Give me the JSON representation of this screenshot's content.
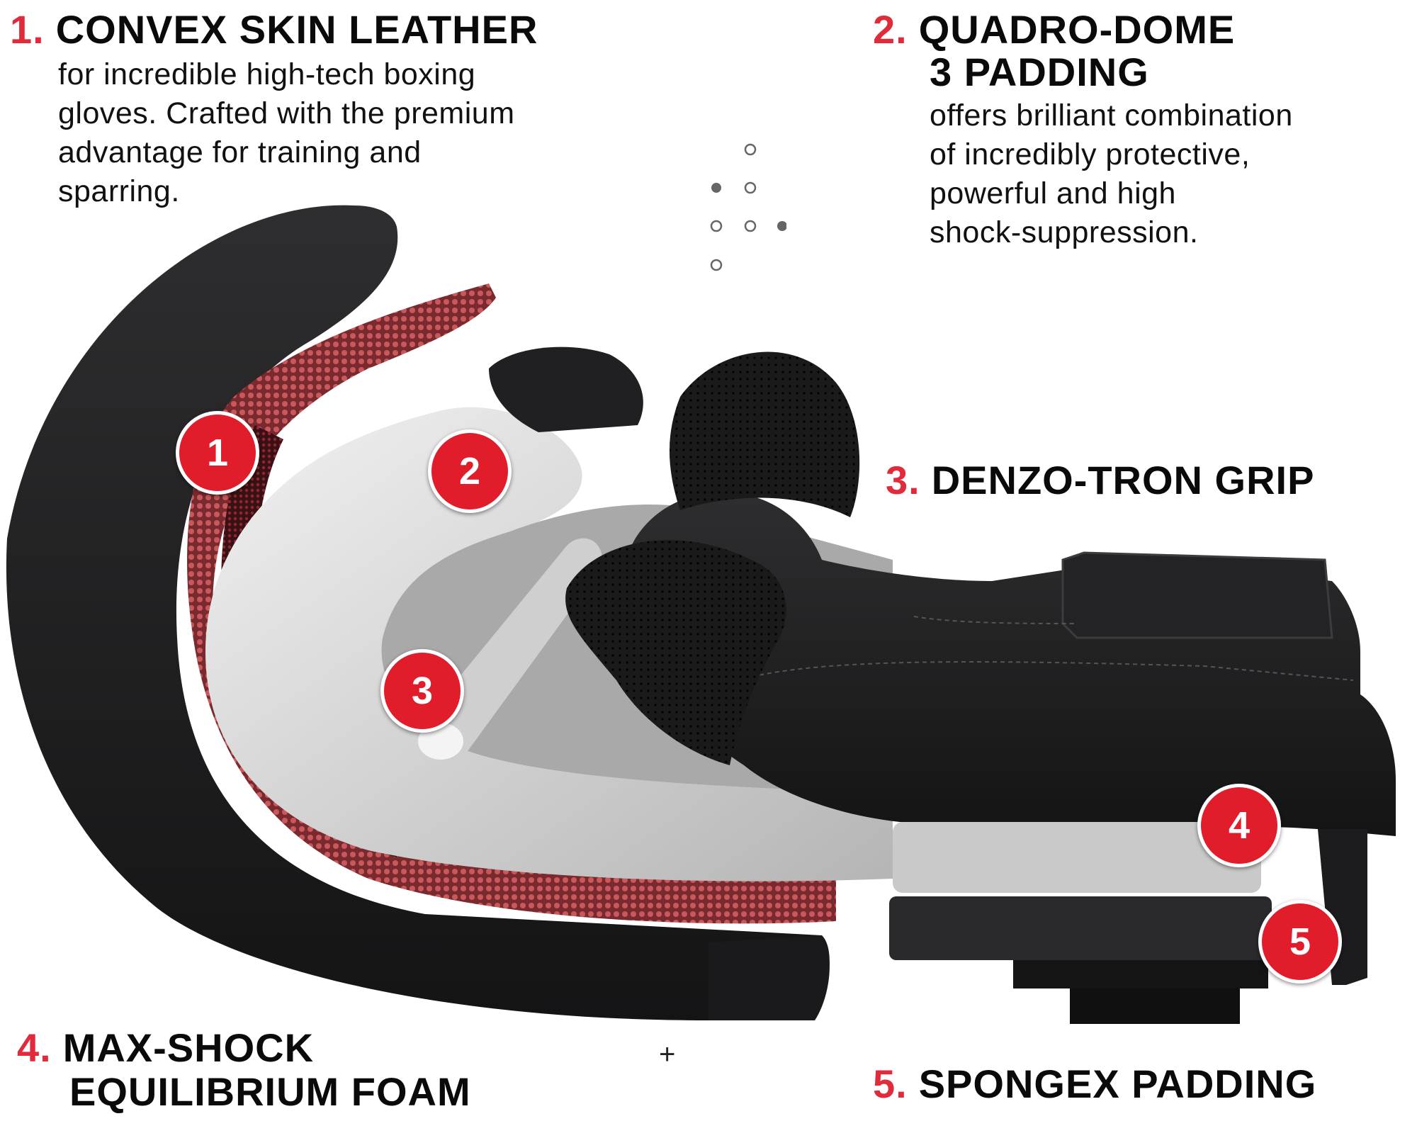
{
  "accent_color": "#e02b3a",
  "badge_color": "#e21d2b",
  "callouts": [
    {
      "number": "1.",
      "title_lines": [
        "CONVEX SKIN LEATHER"
      ],
      "description_lines": [
        "for incredible high-tech boxing",
        "gloves. Crafted with the premium",
        "advantage for training and",
        "sparring."
      ]
    },
    {
      "number": "2.",
      "title_lines": [
        "QUADRO-DOME",
        "3 PADDING"
      ],
      "description_lines": [
        "offers brilliant combination",
        "of incredibly protective,",
        "powerful and high",
        "shock-suppression."
      ]
    },
    {
      "number": "3.",
      "title_lines": [
        "DENZO-TRON GRIP"
      ],
      "description_lines": []
    },
    {
      "number": "4.",
      "title_lines": [
        "MAX-SHOCK",
        "EQUILIBRIUM FOAM"
      ],
      "description_lines": []
    },
    {
      "number": "5.",
      "title_lines": [
        "SPONGEX PADDING"
      ],
      "description_lines": []
    }
  ],
  "badges": [
    "1",
    "2",
    "3",
    "4",
    "5"
  ],
  "decor": {
    "plus_glyph": "+",
    "dot_grid_icon": "dot-grid-icon"
  },
  "illustration": {
    "subject": "exploded boxing glove",
    "colors": {
      "leather": "#1c1c1e",
      "mesh_red": "#b8464a",
      "foam_white": "#e4e4e4",
      "foam_gray": "#bdbdbd",
      "spongex_dark": "#2b2b2b"
    }
  }
}
